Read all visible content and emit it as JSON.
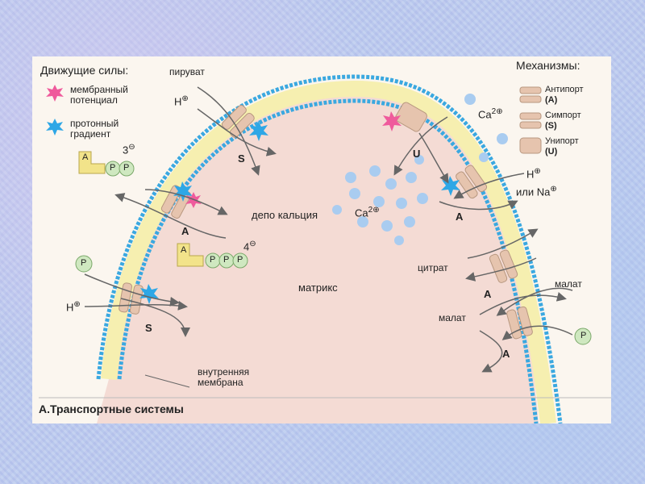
{
  "colors": {
    "background": "#b9c9ee",
    "panel": "#fbf6ef",
    "matrix": "#f4dbd4",
    "membrane_bead": "#3aa8e0",
    "membrane_inner_band": "#f6efb0",
    "transporter": "#e6c4ae",
    "pink_star": "#ef5a9c",
    "blue_star": "#2ea7e6",
    "calcium_ion": "#a9ccf0",
    "phosphate": "#cfe8c0"
  },
  "legend_left": {
    "title": "Движущие силы:",
    "membrane_potential": "мембранный\nпотенциал",
    "proton_gradient": "протонный\nградиент",
    "adp_charge": "3",
    "atp_charge": "4"
  },
  "legend_right": {
    "title": "Механизмы:",
    "antiport": "Антипорт",
    "antiport_code": "(A)",
    "symport": "Симпорт",
    "symport_code": "(S)",
    "uniport": "Унипорт",
    "uniport_code": "(U)"
  },
  "labels": {
    "pyruvate": "пируват",
    "h_top": "H",
    "s_top": "S",
    "calcium_depot": "депо кальция",
    "a_left": "A",
    "p_circle_left": "P",
    "h_left": "H",
    "s_bottom": "S",
    "matrix": "матрикс",
    "inner_membrane": "внутренняя\nмембрана",
    "ca_out": "Ca",
    "ca_out_sup": "2",
    "u_label": "U",
    "ca_in": "Ca",
    "ca_in_sup": "2",
    "h_right": "H",
    "or_na": "или Na",
    "a_right_top": "A",
    "citrate": "цитрат",
    "malate_right": "малат",
    "a_right_mid": "A",
    "malate_left": "малат",
    "p_circle_right": "P",
    "a_right_bottom": "A",
    "adp_a": "A",
    "atp_a": "A",
    "p": "P",
    "figure_caption": "А.Транспортные системы"
  },
  "symbols": {
    "plus_circle": "⊕",
    "minus_circle": "⊖"
  }
}
